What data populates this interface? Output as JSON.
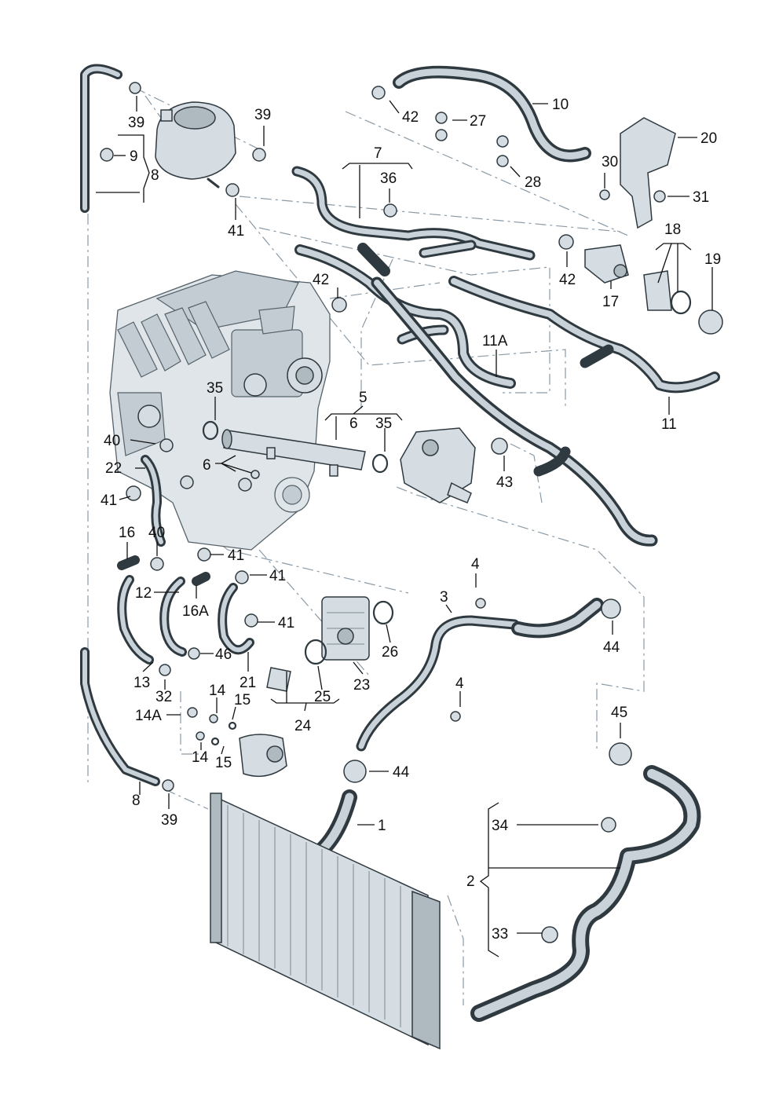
{
  "diagram": {
    "labels": {
      "p1": "1",
      "p2": "2",
      "p3": "3",
      "p4a": "4",
      "p4b": "4",
      "p5": "5",
      "p6a": "6",
      "p6b": "6",
      "p7": "7",
      "p8a": "8",
      "p8b": "8",
      "p9": "9",
      "p10": "10",
      "p11": "11",
      "p11a": "11A",
      "p12": "12",
      "p13": "13",
      "p14a": "14",
      "p14b": "14",
      "p14A": "14A",
      "p15a": "15",
      "p15b": "15",
      "p16": "16",
      "p16A": "16A",
      "p17": "17",
      "p18": "18",
      "p19": "19",
      "p20": "20",
      "p21": "21",
      "p22": "22",
      "p23": "23",
      "p24": "24",
      "p25": "25",
      "p26": "26",
      "p27": "27",
      "p28": "28",
      "p30": "30",
      "p31": "31",
      "p32": "32",
      "p33": "33",
      "p34": "34",
      "p35a": "35",
      "p35b": "35",
      "p36": "36",
      "p39a": "39",
      "p39b": "39",
      "p39c": "39",
      "p40a": "40",
      "p40b": "40",
      "p41a": "41",
      "p41b": "41",
      "p41c": "41",
      "p41d": "41",
      "p41e": "41",
      "p42a": "42",
      "p42b": "42",
      "p42c": "42",
      "p43": "43",
      "p44a": "44",
      "p44b": "44",
      "p45": "45",
      "p46": "46"
    },
    "colors": {
      "hose": "#2f3a40",
      "hose_highlight": "#c9d2d8",
      "metal": "#d6dde2",
      "engine": "#dfe5e9",
      "leader_line": "#111111",
      "dash_line": "#8a9aa6"
    }
  }
}
